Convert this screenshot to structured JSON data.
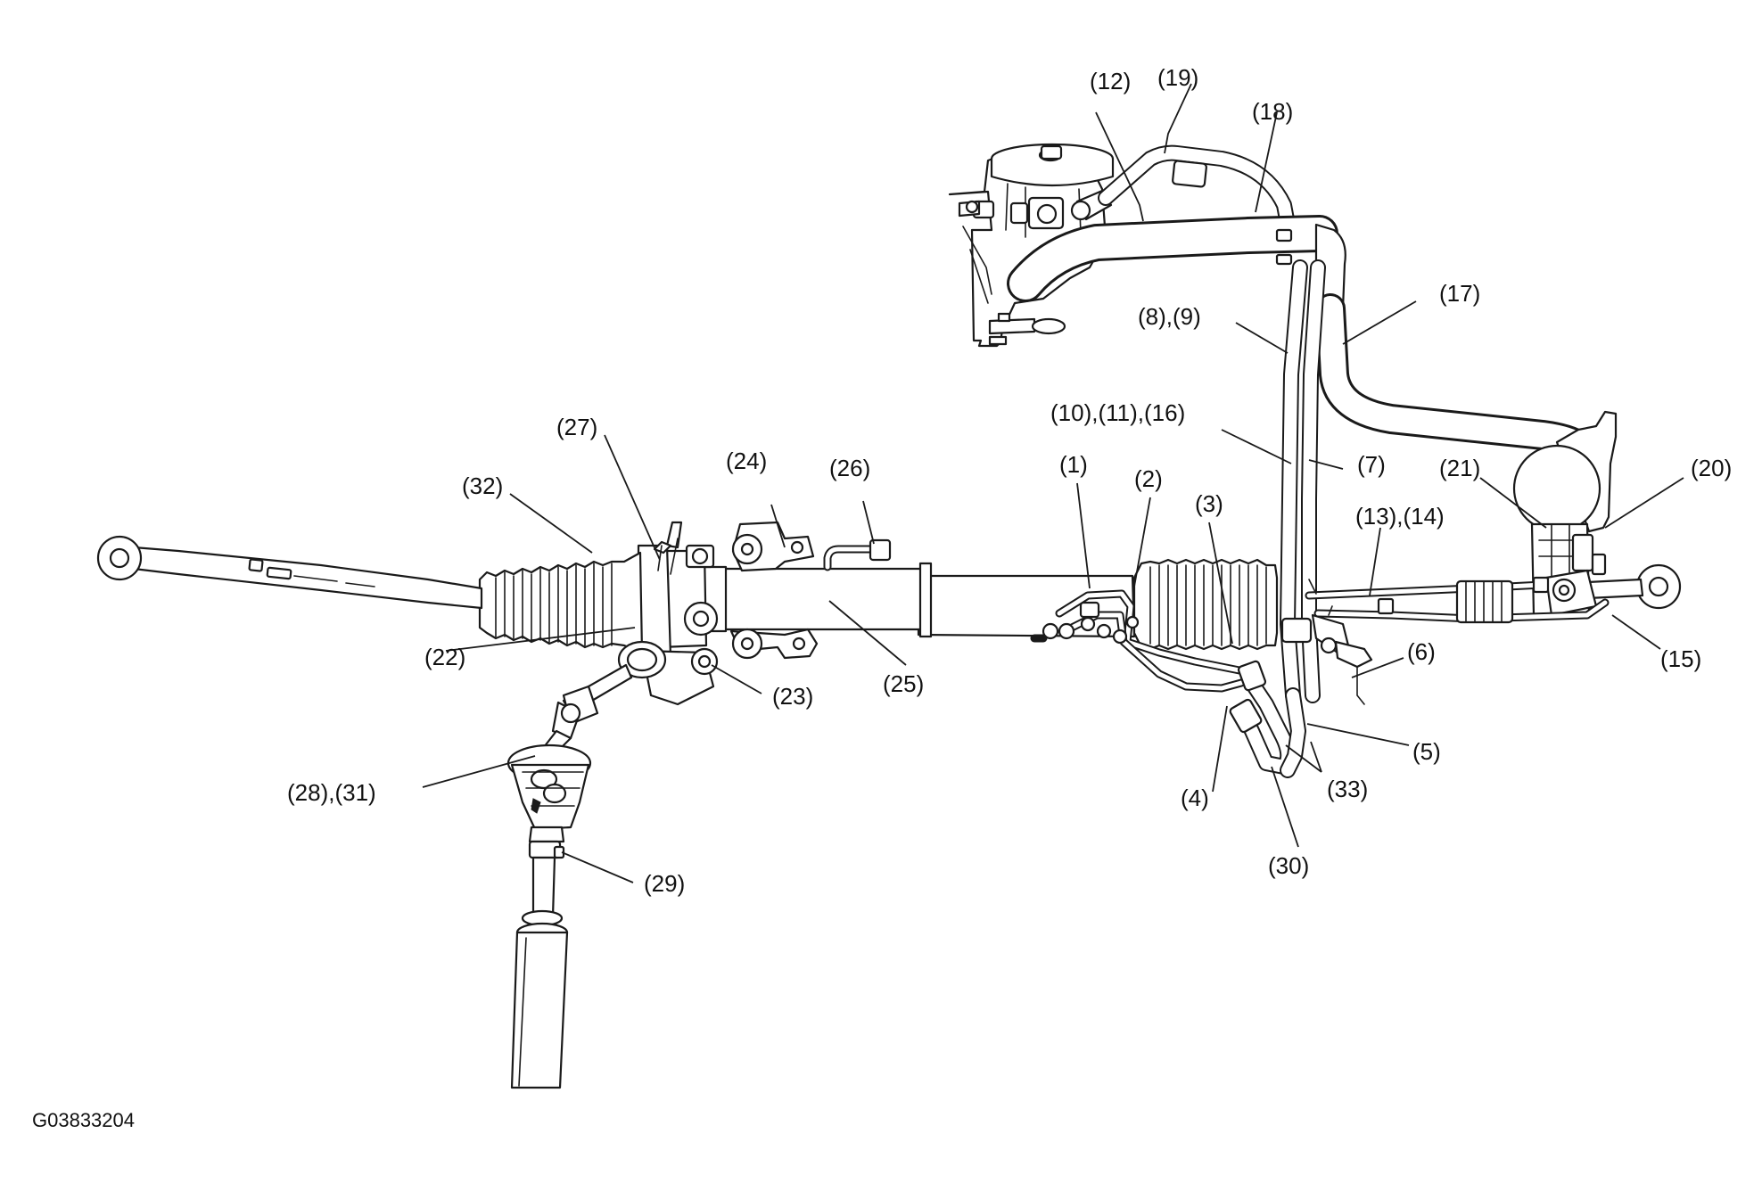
{
  "figure_code": "G03833204",
  "callouts": [
    {
      "id": "c1",
      "text": "(1)"
    },
    {
      "id": "c2",
      "text": "(2)"
    },
    {
      "id": "c3",
      "text": "(3)"
    },
    {
      "id": "c4",
      "text": "(4)"
    },
    {
      "id": "c5",
      "text": "(5)"
    },
    {
      "id": "c6",
      "text": "(6)"
    },
    {
      "id": "c7",
      "text": "(7)"
    },
    {
      "id": "c8_9",
      "text": "(8),(9)"
    },
    {
      "id": "c10_11_16",
      "text": "(10),(11),(16)"
    },
    {
      "id": "c12",
      "text": "(12)"
    },
    {
      "id": "c13_14",
      "text": "(13),(14)"
    },
    {
      "id": "c15",
      "text": "(15)"
    },
    {
      "id": "c17",
      "text": "(17)"
    },
    {
      "id": "c18",
      "text": "(18)"
    },
    {
      "id": "c19",
      "text": "(19)"
    },
    {
      "id": "c20",
      "text": "(20)"
    },
    {
      "id": "c21",
      "text": "(21)"
    },
    {
      "id": "c22",
      "text": "(22)"
    },
    {
      "id": "c23",
      "text": "(23)"
    },
    {
      "id": "c24",
      "text": "(24)"
    },
    {
      "id": "c25",
      "text": "(25)"
    },
    {
      "id": "c26",
      "text": "(26)"
    },
    {
      "id": "c27",
      "text": "(27)"
    },
    {
      "id": "c28_31",
      "text": "(28),(31)"
    },
    {
      "id": "c29",
      "text": "(29)"
    },
    {
      "id": "c30",
      "text": "(30)"
    },
    {
      "id": "c32",
      "text": "(32)"
    },
    {
      "id": "c33",
      "text": "(33)"
    }
  ]
}
